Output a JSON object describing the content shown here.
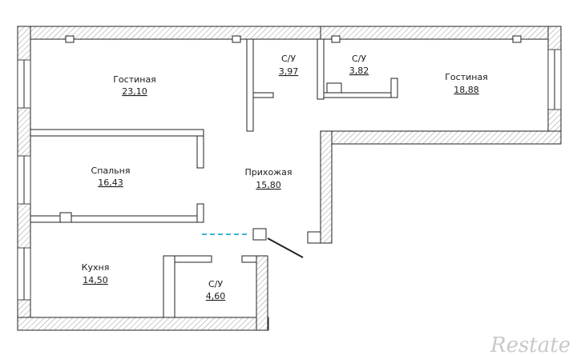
{
  "rooms": [
    {
      "name": "Гостиная",
      "area": "23,10"
    },
    {
      "name": "С/У",
      "area": "3,97"
    },
    {
      "name": "С/У",
      "area": "3,82"
    },
    {
      "name": "Гостиная",
      "area": "18,88"
    },
    {
      "name": "Спальня",
      "area": "16,43"
    },
    {
      "name": "Прихожая",
      "area": "15,80"
    },
    {
      "name": "Кухня",
      "area": "14,50"
    },
    {
      "name": "С/У",
      "area": "4,60"
    }
  ],
  "watermark": "Restate",
  "colors": {
    "wall_line": "#222222",
    "hatch": "#9a9a9a",
    "passage": "#3bb3d6"
  }
}
